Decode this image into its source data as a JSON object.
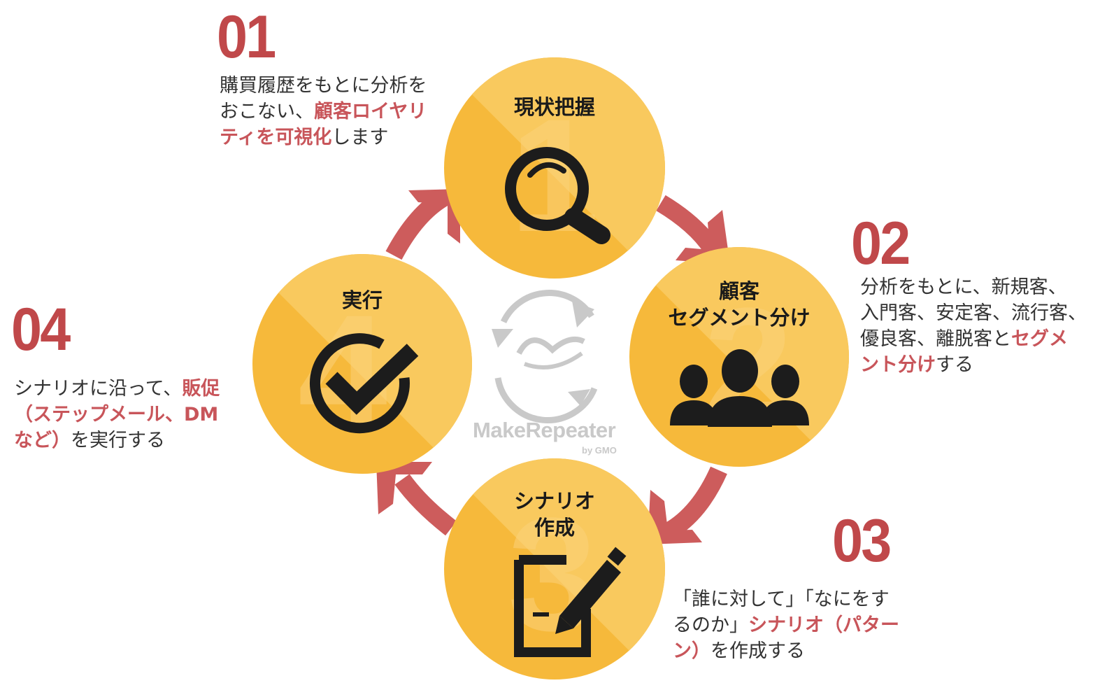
{
  "colors": {
    "circle_yellow": "#f6b93b",
    "circle_light": "#f9c95e",
    "arrow_red": "#cd5c5c",
    "accent_red": "#c0484a",
    "icon_dark": "#1c1c1c",
    "logo_gray": "#c9c9c9"
  },
  "center_logo": {
    "icon": "bird-cycle-icon",
    "brand": "MakeRepeater",
    "by": "by GMO"
  },
  "steps": [
    {
      "number": "01",
      "title_lines": [
        "現状把握"
      ],
      "icon": "magnifier-icon",
      "watermark_digit": "1",
      "desc_lines": [
        [
          {
            "t": "購買履歴をもとに分析を"
          }
        ],
        [
          {
            "t": "おこない、"
          },
          {
            "t": "顧客ロイヤリ",
            "hl": true
          }
        ],
        [
          {
            "t": "ティを可視化",
            "hl": true
          },
          {
            "t": "します"
          }
        ]
      ]
    },
    {
      "number": "02",
      "title_lines": [
        "顧客",
        "セグメント分け"
      ],
      "icon": "people-group-icon",
      "watermark_digit": "2",
      "desc_lines": [
        [
          {
            "t": "分析をもとに、新規客、"
          }
        ],
        [
          {
            "t": "入門客、安定客、流行客、"
          }
        ],
        [
          {
            "t": "優良客、離脱客と"
          },
          {
            "t": "セグメ",
            "hl": true
          }
        ],
        [
          {
            "t": "ント分け",
            "hl": true
          },
          {
            "t": "する"
          }
        ]
      ]
    },
    {
      "number": "03",
      "title_lines": [
        "シナリオ",
        "作成"
      ],
      "icon": "document-pen-icon",
      "watermark_digit": "3",
      "desc_lines": [
        [
          {
            "t": "「誰に対して」「なにをす"
          }
        ],
        [
          {
            "t": "るのか」"
          },
          {
            "t": "シナリオ（パター",
            "hl": true
          }
        ],
        [
          {
            "t": "ン）",
            "hl": true
          },
          {
            "t": "を作成する"
          }
        ]
      ]
    },
    {
      "number": "04",
      "title_lines": [
        "実行"
      ],
      "icon": "check-circle-icon",
      "watermark_digit": "4",
      "desc_lines": [
        [
          {
            "t": "シナリオに沿って、"
          },
          {
            "t": "販促",
            "hl": true
          }
        ],
        [
          {
            "t": "（ステップメール、DM",
            "hl": true
          }
        ],
        [
          {
            "t": "など）",
            "hl": true
          },
          {
            "t": "を実行する"
          }
        ]
      ]
    }
  ]
}
